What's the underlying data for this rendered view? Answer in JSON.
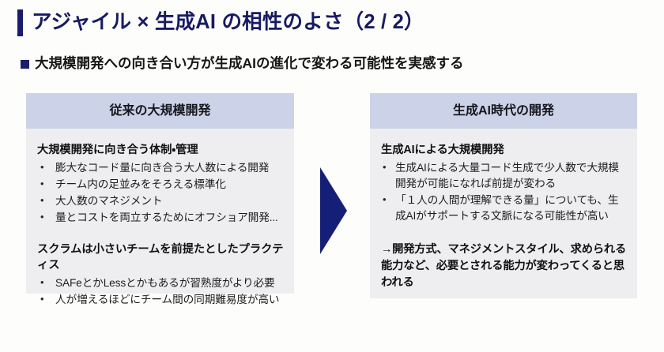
{
  "slide": {
    "title": "アジャイル × 生成AI の相性のよさ（2 / 2）",
    "subheadline": "大規模開発への向き合い方が生成AIの進化で変わる可能性を実感する",
    "accent_color": "#1b1c6b",
    "title_color": "#171a63",
    "panel_header_bg": "#ccd2e8",
    "panel_body_bg": "#eeeef0",
    "arrow_color": "#161f78",
    "background": "#fdfdfb"
  },
  "left_panel": {
    "header": "従来の大規模開発",
    "block1": {
      "heading": "大規模開発に向き合う体制・管理",
      "items": [
        "膨大なコード量に向き合う大人数による開発",
        "チーム内の足並みをそろえる標準化",
        "大人数のマネジメント",
        "量とコストを両立するためにオフショア開発..."
      ]
    },
    "block2": {
      "heading": "スクラムは小さいチームを前提たとしたプラクティス",
      "items": [
        "SAFeとかLessとかもあるが習熟度がより必要",
        "人が増えるほどにチーム間の同期難易度が高い"
      ]
    }
  },
  "right_panel": {
    "header": "生成AI時代の開発",
    "block1": {
      "heading": "生成AIによる大規模開発",
      "items": [
        "生成AIによる大量コード生成で少人数で大規模開発が可能になれば前提が変わる",
        "「１人の人間が理解できる量」についても、生成AIがサポートする文脈になる可能性が高い"
      ]
    },
    "conclusion": "→開発方式、マネジメントスタイル、求められる能力など、必要とされる能力が変わってくると思われる"
  },
  "arrow": {
    "name": "right-arrow",
    "glyph": "▶"
  }
}
